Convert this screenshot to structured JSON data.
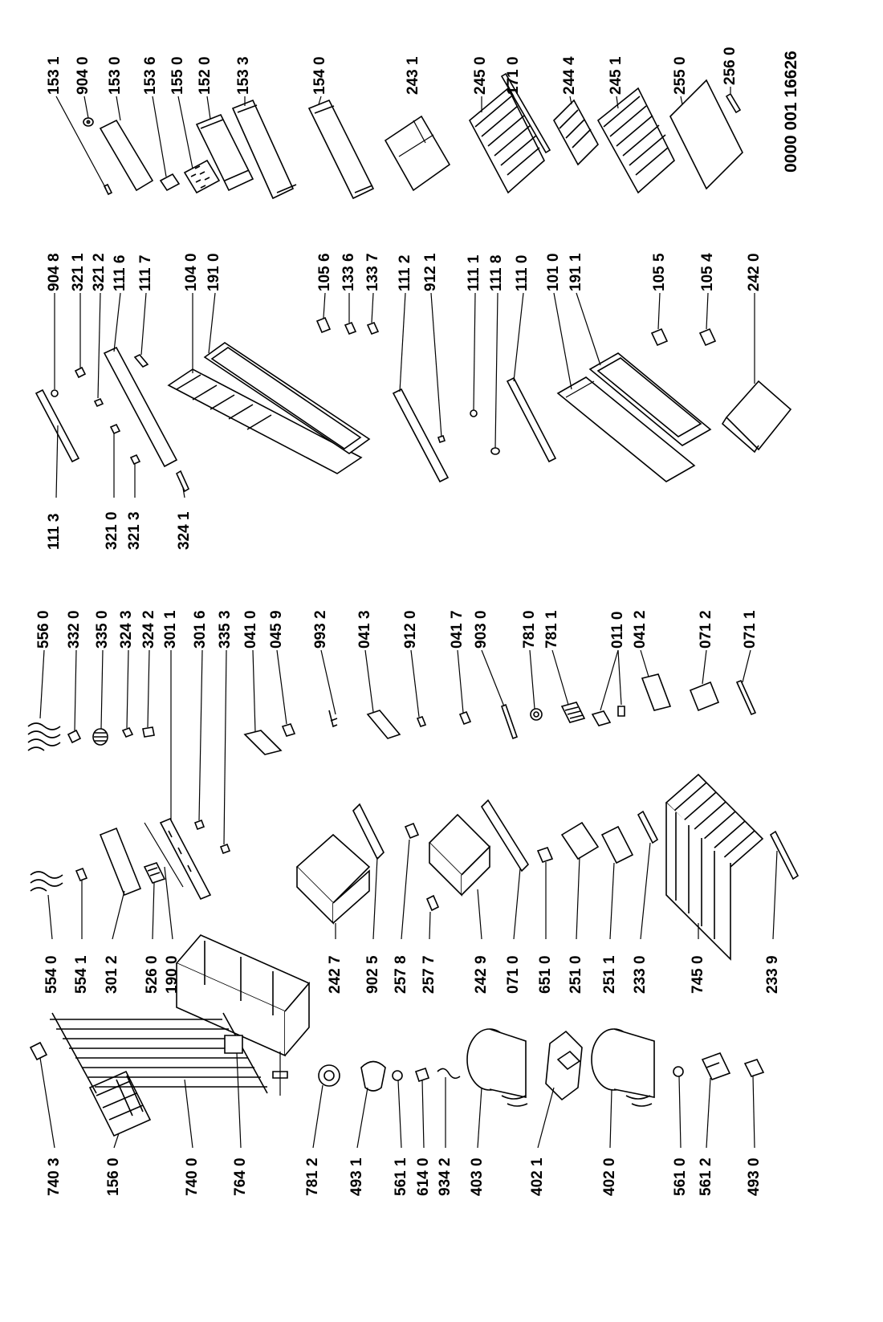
{
  "document_number": "0000 001 16626",
  "columns": {
    "col_1": [
      "153 1",
      "904 0",
      "153 0",
      "153 6",
      "155 0",
      "152 0",
      "153 3",
      "154 0",
      "243 1",
      "245 0",
      "171 0",
      "244 4",
      "245 1",
      "255 0",
      "256 0"
    ],
    "col_2": [
      "904 8",
      "321 1",
      "321 2",
      "111 6",
      "111 7",
      "104 0",
      "191 0",
      "105 6",
      "133 6",
      "133 7",
      "111 2",
      "912 1",
      "111 1",
      "111 8",
      "111 0",
      "101 0",
      "191 1",
      "105 5",
      "105 4",
      "242 0"
    ],
    "col_3": [
      "111 3",
      "321 0",
      "321 3",
      "324 1"
    ],
    "col_4": [
      "556 0",
      "332 0",
      "335 0",
      "324 3",
      "324 2",
      "301 1",
      "301 6",
      "335 3",
      "041 0",
      "045 9",
      "993 2",
      "041 3",
      "912 0",
      "041 7",
      "903 0",
      "781 0",
      "781 1",
      "011 0",
      "041 2",
      "071 2",
      "071 1"
    ],
    "col_5": [
      "554 0",
      "554 1",
      "301 2",
      "526 0",
      "190 0",
      "242 7",
      "902 5",
      "257 8",
      "257 7",
      "242 9",
      "071 0",
      "651 0",
      "251 0",
      "251 1",
      "233 0",
      "745 0",
      "233 9"
    ],
    "col_6": [
      "740 3",
      "156 0",
      "740 0",
      "764 0",
      "781 2",
      "493 1",
      "561 1",
      "614 0",
      "934 2",
      "403 0",
      "402 1",
      "402 0",
      "561 0",
      "561 2",
      "493 0"
    ]
  }
}
